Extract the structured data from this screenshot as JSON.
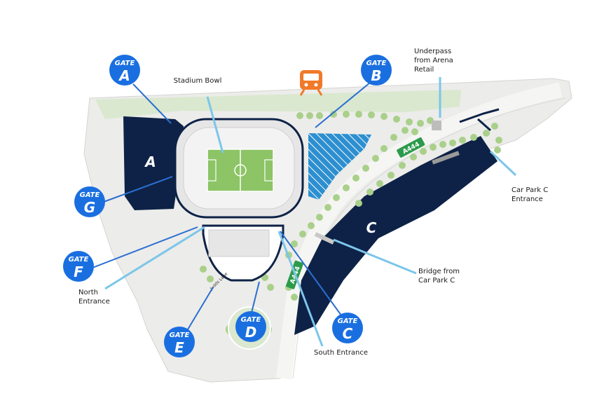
{
  "colors": {
    "gate_blue": "#1a6fe0",
    "navy": "#0e2247",
    "callout_light": "#7cc6ea",
    "callout_dark": "#2a6fd1",
    "ground": "#ececea",
    "grass": "#d9e8cf",
    "trees": "#a9d08a",
    "train": "#f07a2a",
    "road_sign": "#2c9a4b",
    "pitch": "#8cc466",
    "roof": "#e6e6e6"
  },
  "gates": [
    {
      "word": "GATE",
      "letter": "A"
    },
    {
      "word": "GATE",
      "letter": "B"
    },
    {
      "word": "GATE",
      "letter": "G"
    },
    {
      "word": "GATE",
      "letter": "F"
    },
    {
      "word": "GATE",
      "letter": "E"
    },
    {
      "word": "GATE",
      "letter": "D"
    },
    {
      "word": "GATE",
      "letter": "C"
    }
  ],
  "car_parks": {
    "a": "A",
    "c": "C"
  },
  "roads": {
    "a444_upper": "A444",
    "a444_lower": "A444",
    "lane": "Judds Lane"
  },
  "labels": {
    "stadium_bowl": "Stadium Bowl",
    "underpass": [
      "Underpass",
      "from Arena",
      "Retail"
    ],
    "car_park_c_entrance": [
      "Car Park C",
      "Entrance"
    ],
    "bridge": [
      "Bridge from",
      "Car Park C"
    ],
    "north_entrance": [
      "North",
      "Entrance"
    ],
    "south_entrance": "South Entrance"
  },
  "icons": {
    "train": "train-icon"
  }
}
